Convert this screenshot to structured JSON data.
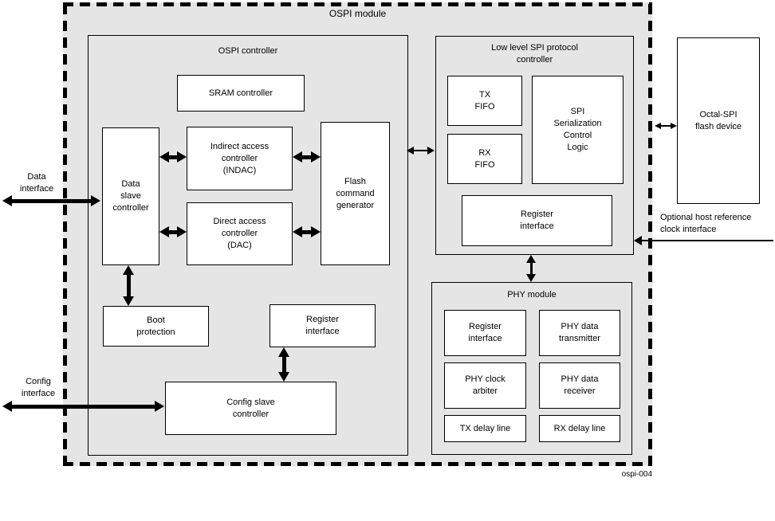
{
  "colors": {
    "module_bg": "#e5e5e5",
    "box_bg": "#ffffff",
    "line": "#000000"
  },
  "module": {
    "title": "OSPI module",
    "figure_id": "ospi-004"
  },
  "ospi_controller": {
    "title": "OSPI controller",
    "blocks": {
      "sram": "SRAM controller",
      "data_slave": [
        "Data",
        "slave",
        "controller"
      ],
      "indac": [
        "Indirect access",
        "controller",
        "(INDAC)"
      ],
      "dac": [
        "Direct access",
        "controller",
        "(DAC)"
      ],
      "flash_cmd": [
        "Flash",
        "command",
        "generator"
      ],
      "boot": [
        "Boot",
        "protection"
      ],
      "reg_if": [
        "Register",
        "interface"
      ],
      "config_slave": [
        "Config slave",
        "controller"
      ]
    }
  },
  "low_level_spi": {
    "title": [
      "Low level SPI protocol",
      "controller"
    ],
    "blocks": {
      "tx_fifo": [
        "TX",
        "FIFO"
      ],
      "rx_fifo": [
        "RX",
        "FIFO"
      ],
      "serialization": [
        "SPI",
        "Serialization",
        "Control",
        "Logic"
      ],
      "reg_if": [
        "Register",
        "interface"
      ]
    }
  },
  "phy_module": {
    "title": "PHY module",
    "blocks": {
      "reg_if": [
        "Register",
        "interface"
      ],
      "data_tx": [
        "PHY data",
        "transmitter"
      ],
      "clock_arbiter": [
        "PHY clock",
        "arbiter"
      ],
      "data_rx": [
        "PHY data",
        "receiver"
      ],
      "tx_delay": "TX delay line",
      "rx_delay": "RX delay line"
    }
  },
  "external": {
    "flash_device": [
      "Octal-SPI",
      "flash device"
    ],
    "data_interface": [
      "Data",
      "interface"
    ],
    "config_interface": [
      "Config",
      "interface"
    ],
    "host_ref_clock": [
      "Optional host reference",
      "clock interface"
    ]
  }
}
